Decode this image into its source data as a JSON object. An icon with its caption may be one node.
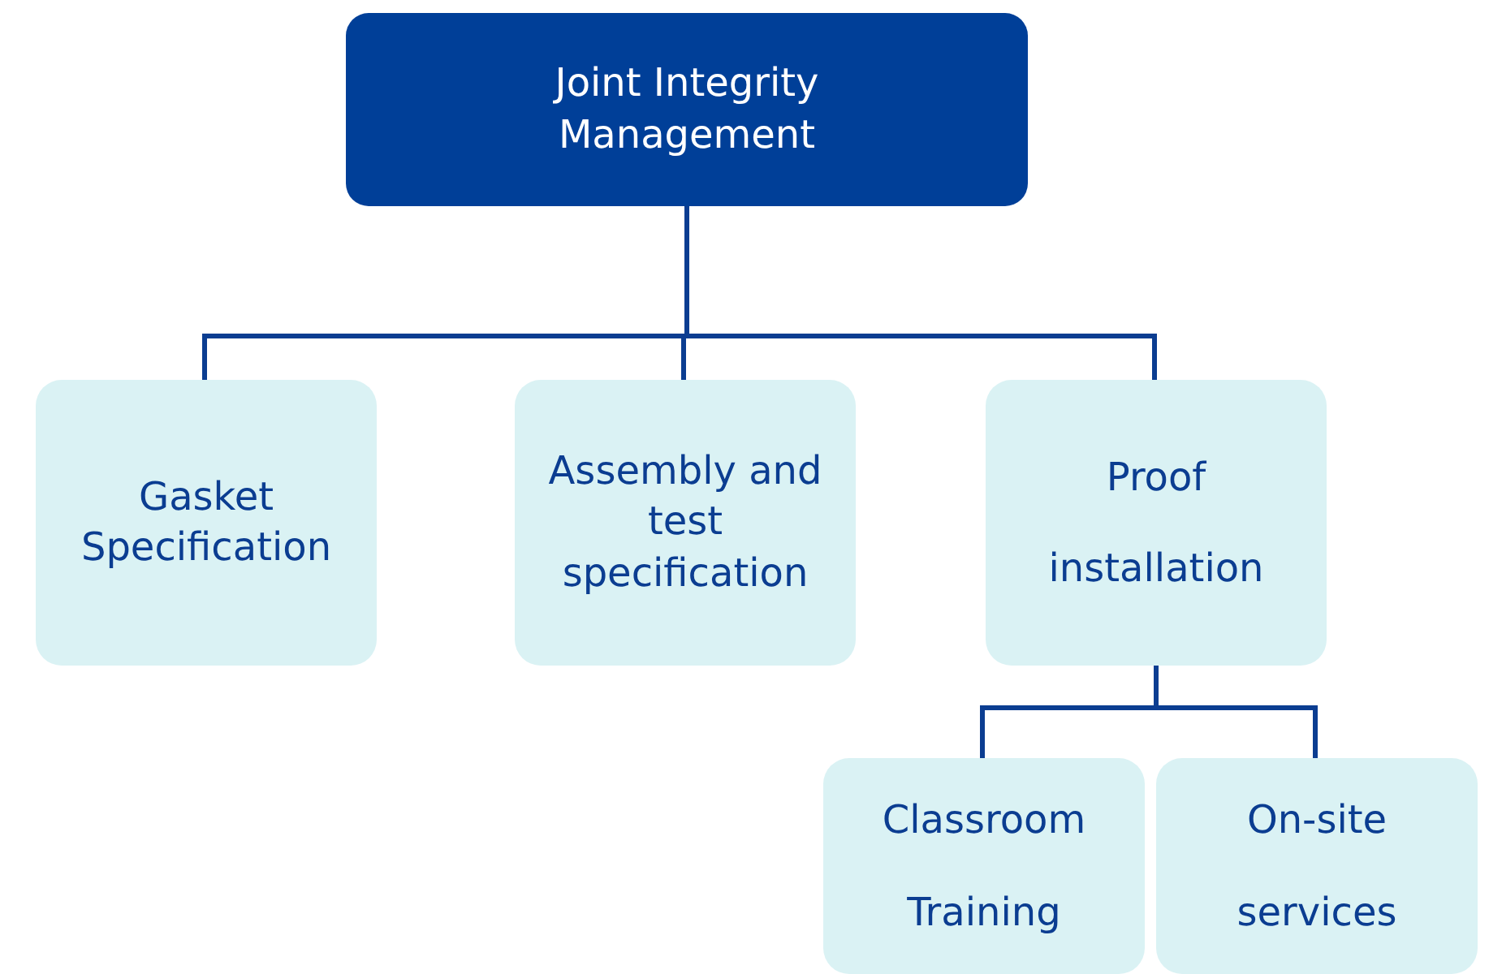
{
  "diagram": {
    "nodes": [
      {
        "text": [
          "Joint Integrity Management"
        ]
      },
      {
        "text": [
          "Gasket Specification"
        ]
      },
      {
        "text": [
          "Assembly and test specification"
        ]
      },
      {
        "text": [
          "Proof installation"
        ]
      },
      {
        "text": [
          "Classroom Training"
        ]
      },
      {
        "text": [
          "On-site services"
        ]
      }
    ],
    "edges": [
      {
        "from": 0,
        "to": 1,
        "arrow": "none"
      },
      {
        "from": 0,
        "to": 2,
        "arrow": "none"
      },
      {
        "from": 0,
        "to": 3,
        "arrow": "none"
      },
      {
        "from": 3,
        "to": 4,
        "arrow": "none"
      },
      {
        "from": 3,
        "to": 5,
        "arrow": "none"
      }
    ]
  }
}
